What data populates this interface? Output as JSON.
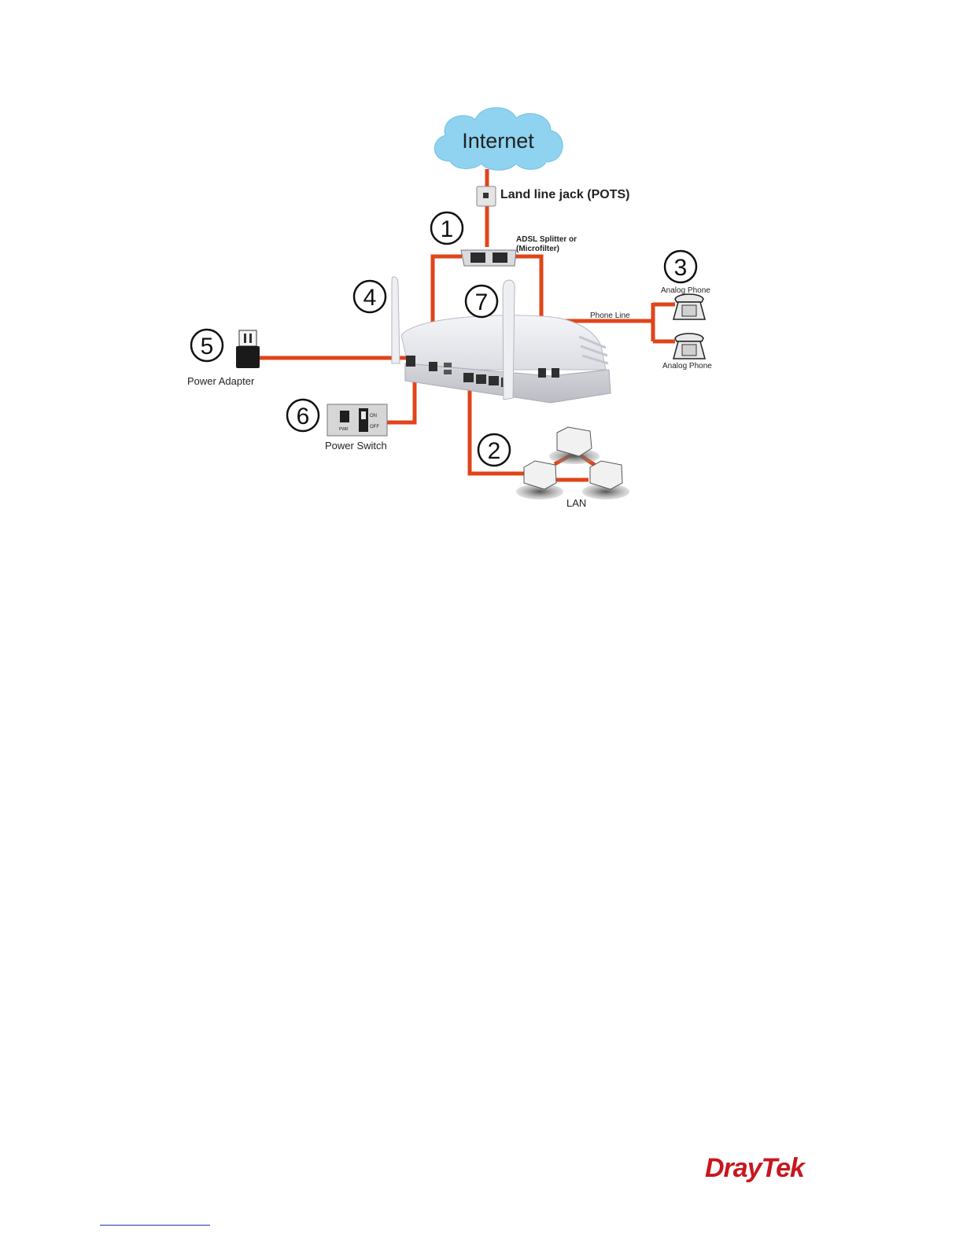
{
  "colors": {
    "cable": "#e0441a",
    "cloud": "#8fd3f0",
    "router": "#e8e9ee",
    "logo": "#c8171e",
    "footer_rule": "#2233aa"
  },
  "internet": {
    "label": "Internet",
    "icon": "cloud-icon"
  },
  "jack": {
    "label": "Land line jack (POTS)",
    "icon": "wall-jack-icon"
  },
  "splitter": {
    "label_line1": "ADSL Splitter or",
    "label_line2": "(Microfilter)",
    "icon": "splitter-icon"
  },
  "phone_line": {
    "label": "Phone Line"
  },
  "phones": [
    {
      "label": "Analog Phone",
      "icon": "telephone-icon"
    },
    {
      "label": "Analog Phone",
      "icon": "telephone-icon"
    }
  ],
  "power_adapter": {
    "label": "Power Adapter",
    "icon": "power-adapter-icon"
  },
  "power_switch": {
    "label": "Power Switch",
    "on_label": "ON",
    "off_label": "OFF",
    "pwr_label": "PWR",
    "icon": "power-switch-icon"
  },
  "lan": {
    "label": "LAN",
    "icon": "computer-icon"
  },
  "router": {
    "icon": "router-icon",
    "antenna_icon": "antenna-icon"
  },
  "callouts": [
    "1",
    "2",
    "3",
    "4",
    "5",
    "6",
    "7"
  ],
  "logo": {
    "text": "DrayTek"
  }
}
